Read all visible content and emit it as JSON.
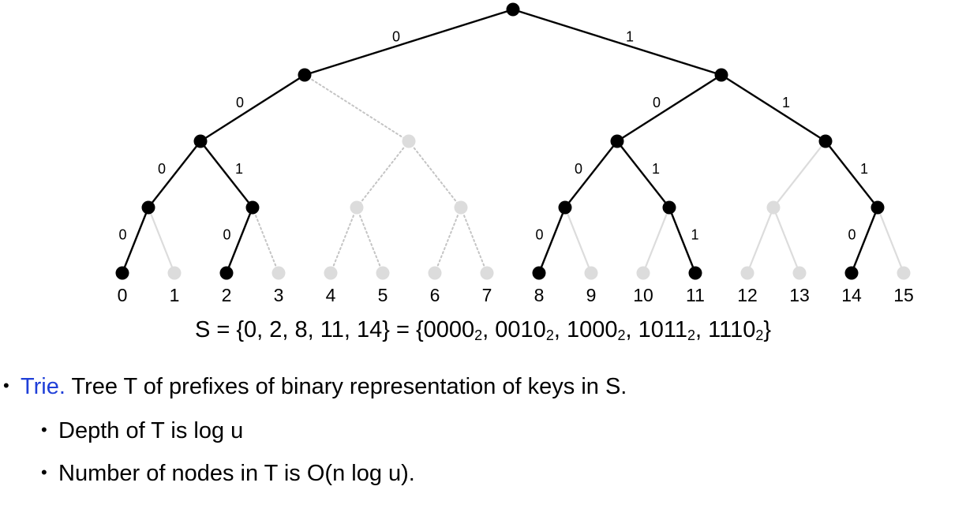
{
  "diagram": {
    "nodes": [
      {
        "id": "r",
        "active": true
      },
      {
        "id": "0",
        "active": true
      },
      {
        "id": "1",
        "active": true
      },
      {
        "id": "00",
        "active": true
      },
      {
        "id": "01",
        "active": false
      },
      {
        "id": "10",
        "active": true
      },
      {
        "id": "11",
        "active": true
      },
      {
        "id": "000",
        "active": true
      },
      {
        "id": "001",
        "active": true
      },
      {
        "id": "010",
        "active": false
      },
      {
        "id": "011",
        "active": false
      },
      {
        "id": "100",
        "active": true
      },
      {
        "id": "101",
        "active": true
      },
      {
        "id": "110",
        "active": false
      },
      {
        "id": "111",
        "active": true
      },
      {
        "id": "0000",
        "active": true
      },
      {
        "id": "0001",
        "active": false
      },
      {
        "id": "0010",
        "active": true
      },
      {
        "id": "0011",
        "active": false
      },
      {
        "id": "0100",
        "active": false
      },
      {
        "id": "0101",
        "active": false
      },
      {
        "id": "0110",
        "active": false
      },
      {
        "id": "0111",
        "active": false
      },
      {
        "id": "1000",
        "active": true
      },
      {
        "id": "1001",
        "active": false
      },
      {
        "id": "1010",
        "active": false
      },
      {
        "id": "1011",
        "active": true
      },
      {
        "id": "1100",
        "active": false
      },
      {
        "id": "1101",
        "active": false
      },
      {
        "id": "1110",
        "active": true
      },
      {
        "id": "1111",
        "active": false
      }
    ],
    "edges": [
      {
        "from": "r",
        "to": "0",
        "style": "solid",
        "label": "0"
      },
      {
        "from": "r",
        "to": "1",
        "style": "solid",
        "label": "1"
      },
      {
        "from": "0",
        "to": "00",
        "style": "solid",
        "label": "0"
      },
      {
        "from": "0",
        "to": "01",
        "style": "dotted",
        "label": ""
      },
      {
        "from": "1",
        "to": "10",
        "style": "solid",
        "label": "0"
      },
      {
        "from": "1",
        "to": "11",
        "style": "solid",
        "label": "1"
      },
      {
        "from": "00",
        "to": "000",
        "style": "solid",
        "label": "0"
      },
      {
        "from": "00",
        "to": "001",
        "style": "solid",
        "label": "1"
      },
      {
        "from": "01",
        "to": "010",
        "style": "dotted",
        "label": ""
      },
      {
        "from": "01",
        "to": "011",
        "style": "dotted",
        "label": ""
      },
      {
        "from": "10",
        "to": "100",
        "style": "solid",
        "label": "0"
      },
      {
        "from": "10",
        "to": "101",
        "style": "solid",
        "label": "1"
      },
      {
        "from": "11",
        "to": "110",
        "style": "faint",
        "label": ""
      },
      {
        "from": "11",
        "to": "111",
        "style": "solid",
        "label": "1"
      },
      {
        "from": "000",
        "to": "0000",
        "style": "solid",
        "label": "0"
      },
      {
        "from": "000",
        "to": "0001",
        "style": "faint",
        "label": ""
      },
      {
        "from": "001",
        "to": "0010",
        "style": "solid",
        "label": "0"
      },
      {
        "from": "001",
        "to": "0011",
        "style": "dotted",
        "label": ""
      },
      {
        "from": "010",
        "to": "0100",
        "style": "dotted",
        "label": ""
      },
      {
        "from": "010",
        "to": "0101",
        "style": "dotted",
        "label": ""
      },
      {
        "from": "011",
        "to": "0110",
        "style": "dotted",
        "label": ""
      },
      {
        "from": "011",
        "to": "0111",
        "style": "dotted",
        "label": ""
      },
      {
        "from": "100",
        "to": "1000",
        "style": "solid",
        "label": "0"
      },
      {
        "from": "100",
        "to": "1001",
        "style": "faint",
        "label": ""
      },
      {
        "from": "101",
        "to": "1010",
        "style": "faint",
        "label": ""
      },
      {
        "from": "101",
        "to": "1011",
        "style": "solid",
        "label": "1"
      },
      {
        "from": "110",
        "to": "1100",
        "style": "faint",
        "label": ""
      },
      {
        "from": "110",
        "to": "1101",
        "style": "faint",
        "label": ""
      },
      {
        "from": "111",
        "to": "1110",
        "style": "solid",
        "label": "0"
      },
      {
        "from": "111",
        "to": "1111",
        "style": "faint",
        "label": ""
      }
    ],
    "leaf_labels": [
      "0",
      "1",
      "2",
      "3",
      "4",
      "5",
      "6",
      "7",
      "8",
      "9",
      "10",
      "11",
      "12",
      "13",
      "14",
      "15"
    ],
    "colors": {
      "active": "#000000",
      "inactive": "#dcdcdc",
      "dotted": "#c4c4c4",
      "accent": "#1f3fd8"
    }
  },
  "set_line": {
    "lhs": "S = {0, 2, 8, 11, 14} = {",
    "items": [
      {
        "digits": "0000",
        "base": "2"
      },
      {
        "digits": "0010",
        "base": "2"
      },
      {
        "digits": "1000",
        "base": "2"
      },
      {
        "digits": "1011",
        "base": "2"
      },
      {
        "digits": "1110",
        "base": "2"
      }
    ],
    "separator": ", ",
    "close": "}"
  },
  "bullets": [
    {
      "marker": "•",
      "lead": "Trie.",
      "text": " Tree T of prefixes of binary representation of keys in S."
    },
    {
      "marker": "•",
      "text": "Depth of T is log u"
    },
    {
      "marker": "•",
      "text": "Number of nodes in T is O(n log u)."
    }
  ]
}
